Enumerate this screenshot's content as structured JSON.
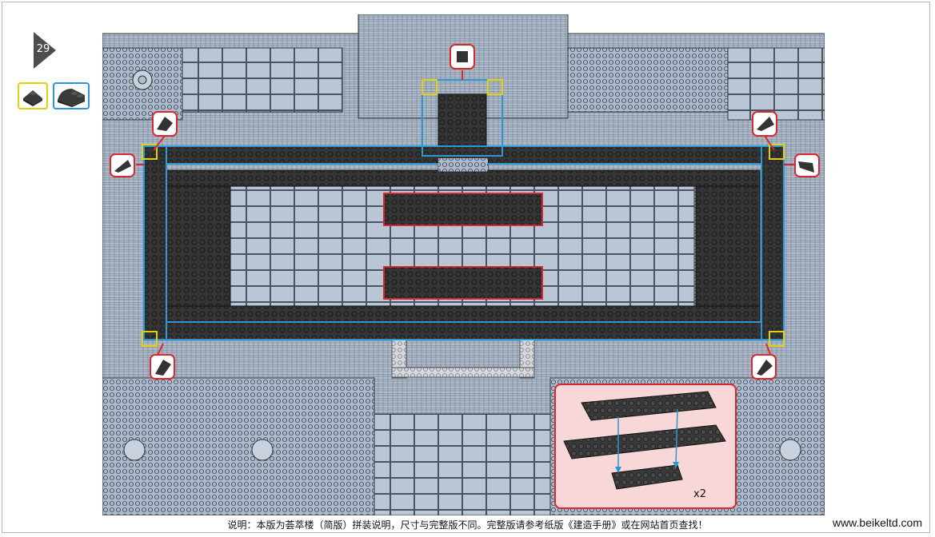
{
  "page": {
    "step_number": "29",
    "caption": "说明：本版为荟萃楼（简版）拼装说明，尺寸与完整版不同。完整版请参考纸版《建造手册》或在网站首页查找！",
    "website": "www.beikeltd.com"
  },
  "parts_panel": {
    "items": [
      {
        "name": "dark-slope-part-icon",
        "highlight": "#e2cf10"
      },
      {
        "name": "dark-curved-slope-part-icon",
        "highlight": "#2c97d6"
      }
    ]
  },
  "inset": {
    "multiplier": "x2"
  },
  "colors": {
    "baseplate": "#aebccd",
    "brick_dark": "#353535",
    "highlight_red": "#d7282f",
    "highlight_blue": "#2c97d6",
    "highlight_yellow": "#e2cf10",
    "inset_bg": "#f7d7d7"
  }
}
